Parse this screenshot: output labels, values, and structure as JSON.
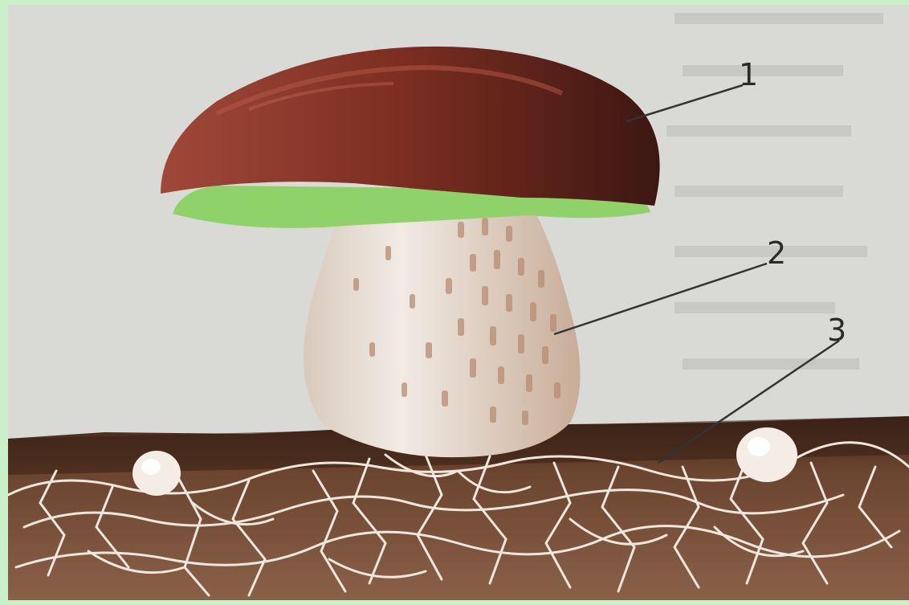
{
  "labels": {
    "cap": "1",
    "stem": "2",
    "mycelium": "3"
  },
  "colors": {
    "border": "#c9f0c9",
    "paper": "#d9d9d6",
    "cap_top": "#7a2d20",
    "cap_dark": "#3c1712",
    "pores": "#8fd26a",
    "stem": "#e9e1d8",
    "stem_spots": "#b68d72",
    "soil": "#5a3b2a",
    "hyphae": "#efe7dc"
  }
}
